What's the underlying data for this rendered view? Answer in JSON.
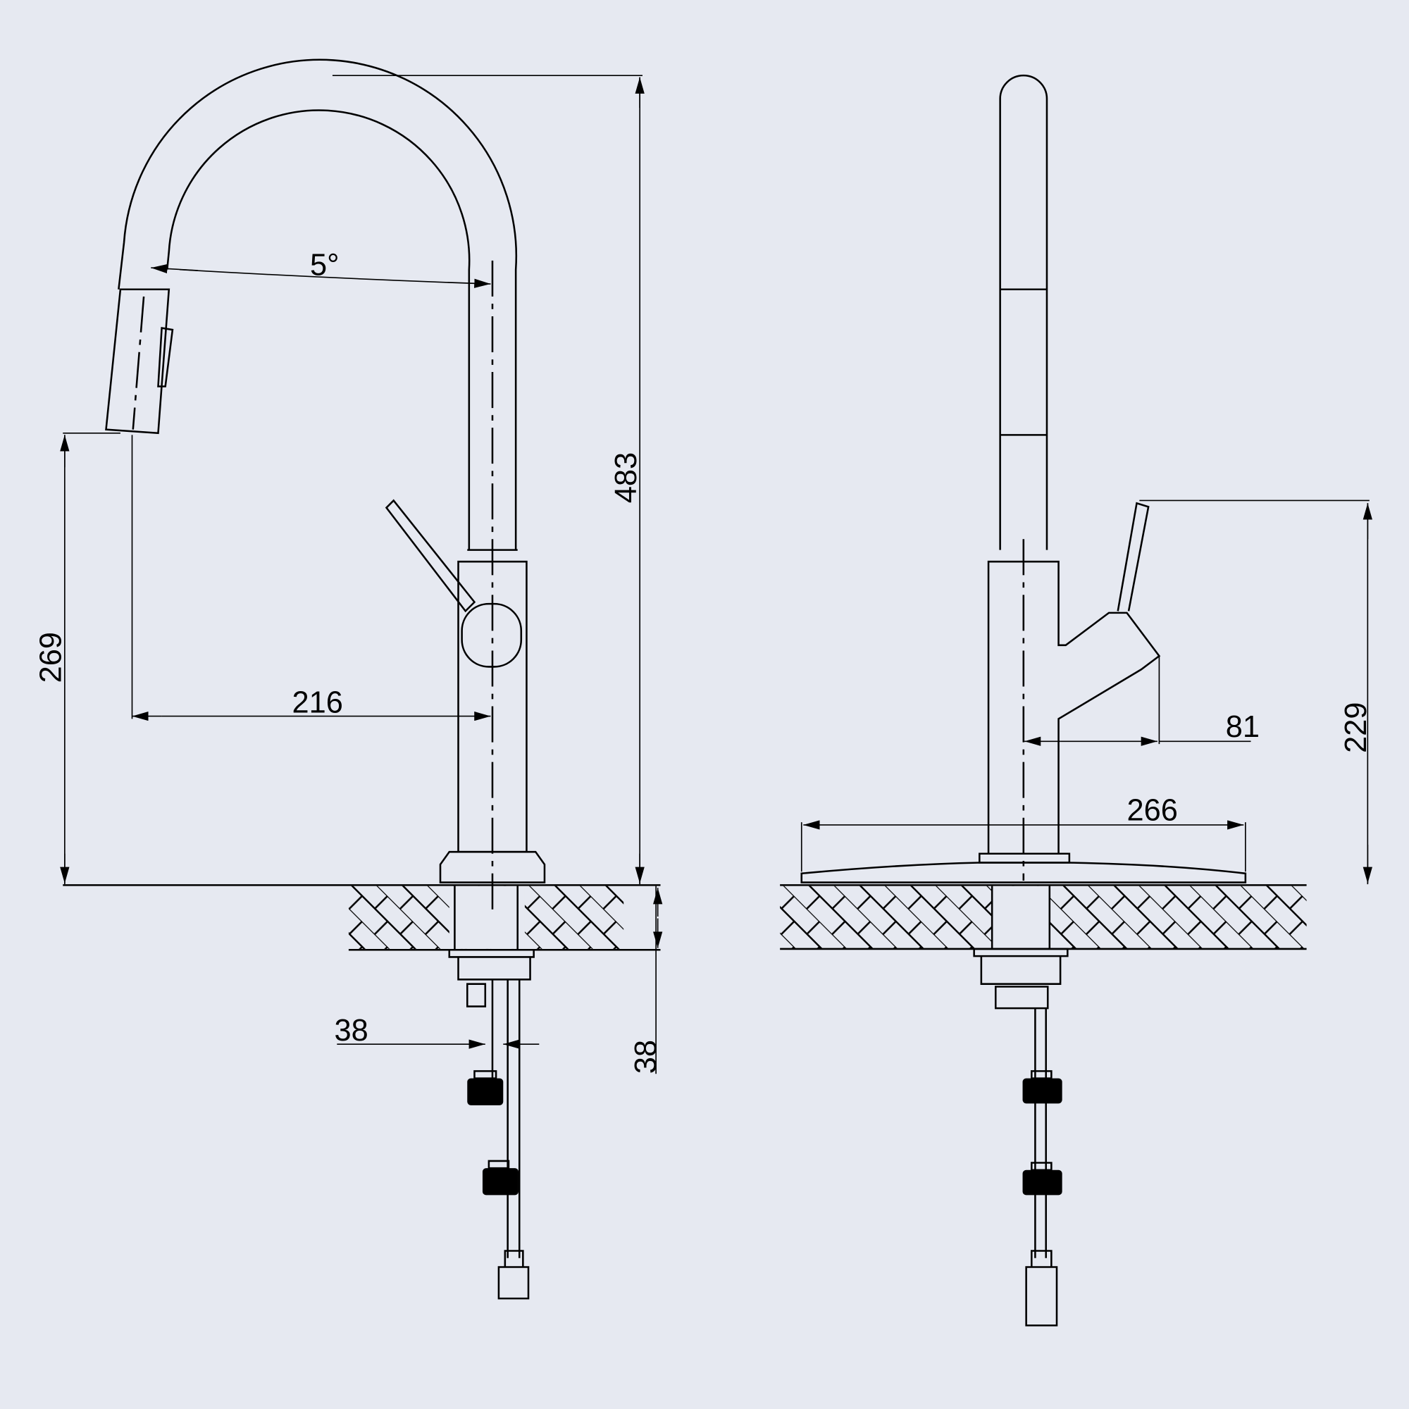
{
  "drawing": {
    "title": "Pull-out kitchen faucet dimensions",
    "background": "#e6e9f1",
    "front_view": {
      "angle": "5°",
      "total_height": "483",
      "spout_height": "269",
      "reach": "216",
      "base_diameter": "38",
      "deck_thickness": "38"
    },
    "side_view": {
      "base_plate_width": "266",
      "handle_offset": "81",
      "handle_height": "229"
    }
  }
}
